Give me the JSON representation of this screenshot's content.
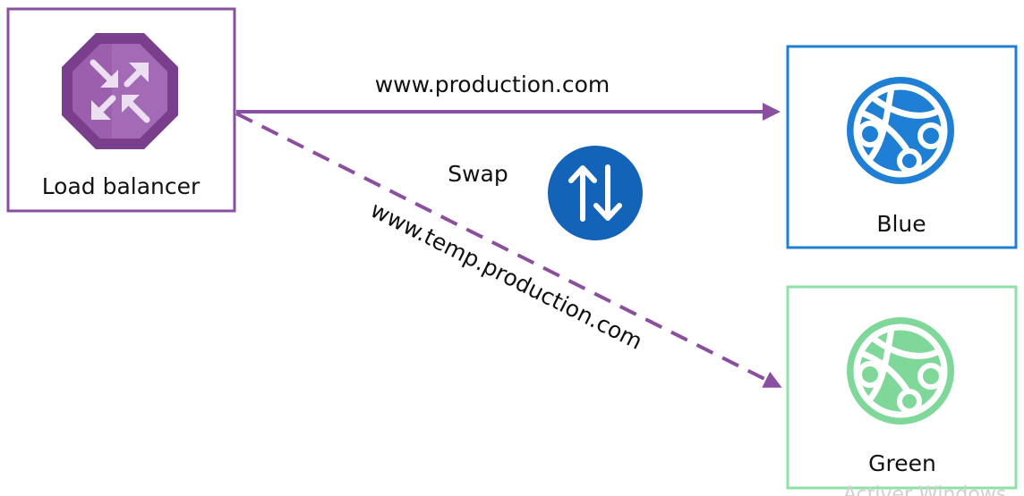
{
  "nodes": {
    "load_balancer": {
      "label": "Load balancer",
      "color": "#8a4f9e",
      "icon": "load-balancer-icon"
    },
    "blue": {
      "label": "Blue",
      "color": "#1e7fd4",
      "icon": "web-app-globe-icon"
    },
    "green": {
      "label": "Green",
      "color": "#8ee0a6",
      "icon": "web-app-globe-icon"
    }
  },
  "edges": {
    "production": {
      "label": "www.production.com",
      "style": "solid",
      "color": "#8a4f9e"
    },
    "temp": {
      "label": "www.temp.production.com",
      "style": "dashed",
      "color": "#8a4f9e"
    }
  },
  "swap": {
    "label": "Swap",
    "color": "#1363b8",
    "icon": "swap-arrows-icon"
  },
  "watermark": {
    "text": "Activer Windows",
    "color": "#d0d0d0"
  }
}
